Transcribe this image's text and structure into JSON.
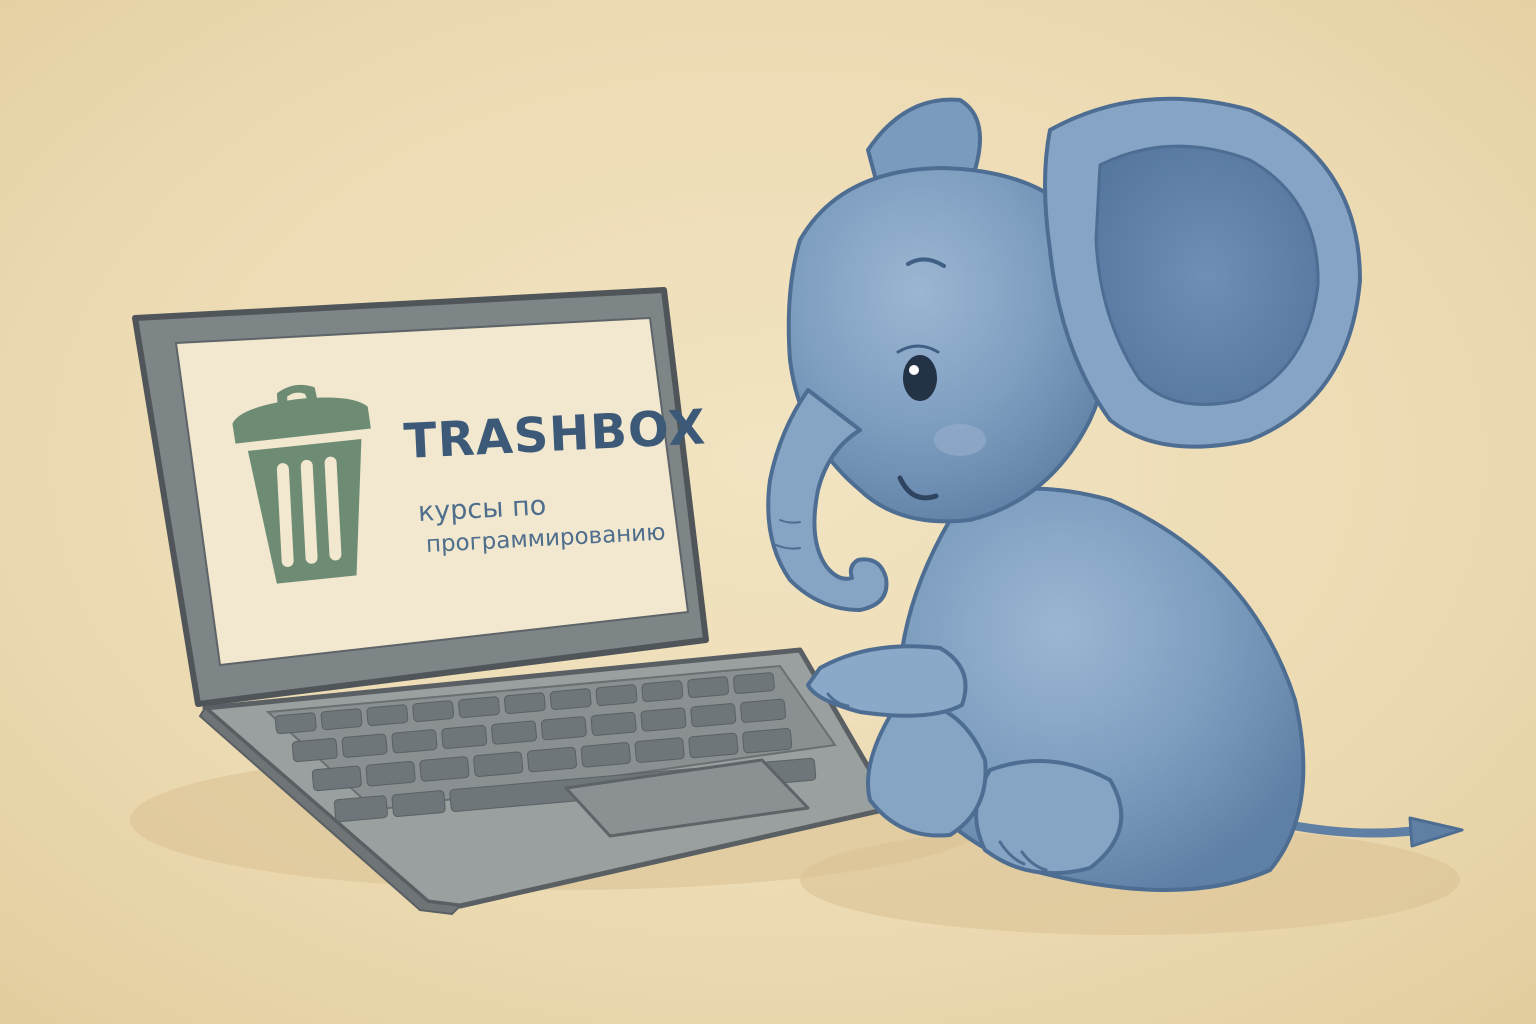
{
  "laptop_screen": {
    "brand": "TRASHBOX",
    "tagline_line1": "курсы по",
    "tagline_line2": "программированию",
    "logo_icon": "trash-can-icon"
  },
  "colors": {
    "background_paper": "#ecdcb6",
    "elephant_blue": "#7e9ec0",
    "elephant_shadow": "#57779c",
    "laptop_body": "#8d9496",
    "laptop_screen": "#f2e8d0",
    "logo_green": "#6e8c74",
    "brand_text": "#3c5a78"
  }
}
